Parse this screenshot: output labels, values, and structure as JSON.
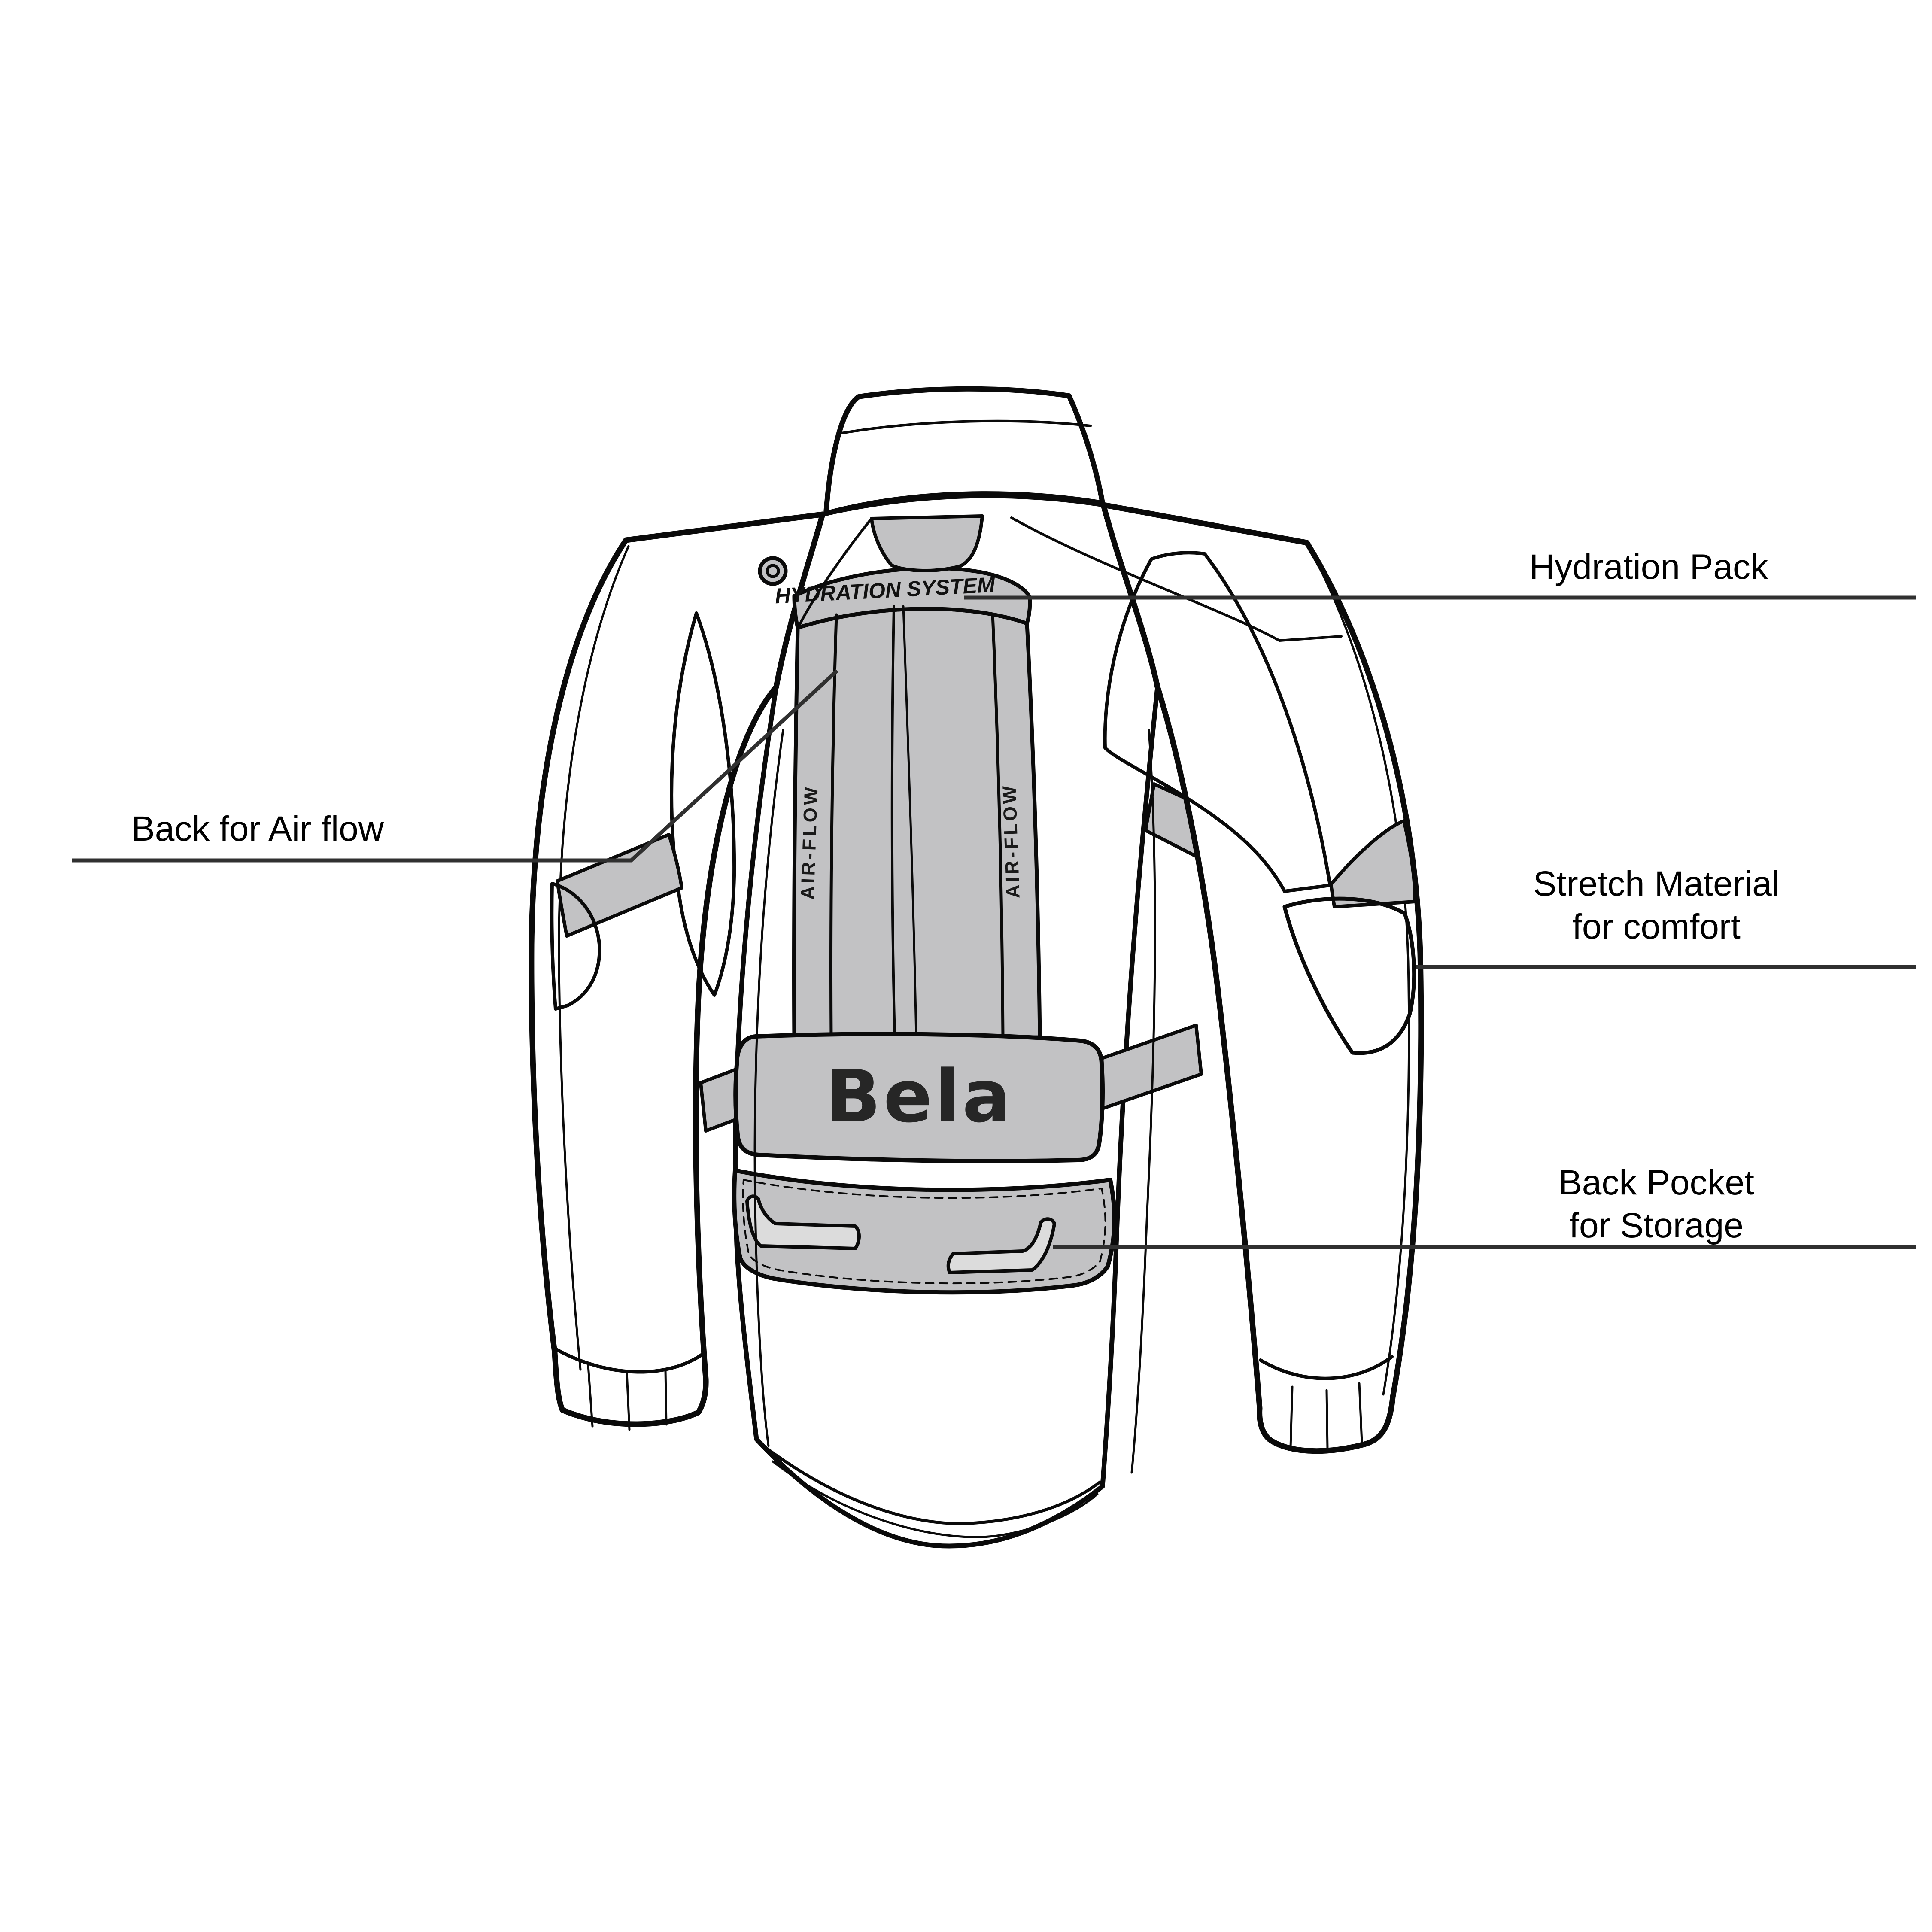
{
  "colors": {
    "panel_gray": "#c2c2c4",
    "slot_gray": "#dcdcdc",
    "logo_dark": "#262626",
    "leader": "#303030",
    "outline": "#0a0a0a",
    "stripe_dark": "#141414"
  },
  "jacket": {
    "brand_logo": "Bela",
    "back_panel_title": "HYDRATION SYSTEM",
    "airflow_left": "AIR-FLOW",
    "airflow_right": "AIR-FLOW"
  },
  "callouts": {
    "hydration": {
      "label": "Hydration Pack"
    },
    "airflow": {
      "label": "Back for Air flow"
    },
    "stretch": {
      "line1": "Stretch Material",
      "line2": "for comfort"
    },
    "pocket": {
      "line1": "Back Pocket",
      "line2": "for Storage"
    }
  }
}
